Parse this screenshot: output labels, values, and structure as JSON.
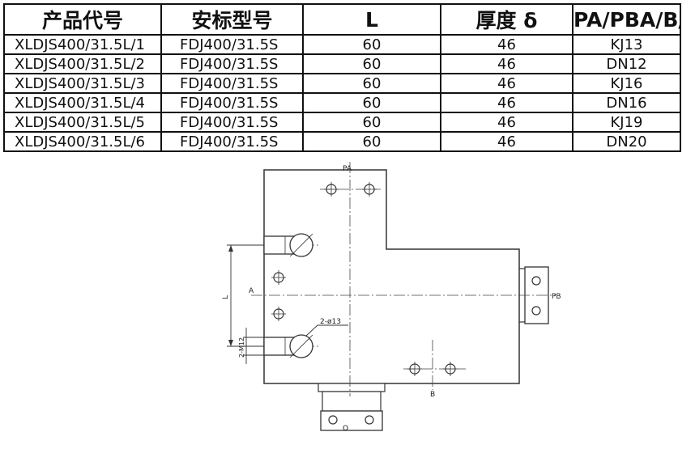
{
  "table": {
    "headers": [
      "产品代号",
      "安标型号",
      "L",
      "厚度 δ",
      "PA/PBA/B/O"
    ],
    "rows": [
      [
        "XLDJS400/31.5L/1",
        "FDJ400/31.5S",
        "60",
        "46",
        "KJ13"
      ],
      [
        "XLDJS400/31.5L/2",
        "FDJ400/31.5S",
        "60",
        "46",
        "DN12"
      ],
      [
        "XLDJS400/31.5L/3",
        "FDJ400/31.5S",
        "60",
        "46",
        "KJ16"
      ],
      [
        "XLDJS400/31.5L/4",
        "FDJ400/31.5S",
        "60",
        "46",
        "DN16"
      ],
      [
        "XLDJS400/31.5L/5",
        "FDJ400/31.5S",
        "60",
        "46",
        "KJ19"
      ],
      [
        "XLDJS400/31.5L/6",
        "FDJ400/31.5S",
        "60",
        "46",
        "DN20"
      ]
    ]
  },
  "drawing": {
    "labels": {
      "pa": "PA",
      "pb": "PB",
      "a": "A",
      "b": "B",
      "o": "O",
      "l_dim": "L",
      "m12": "2-M12",
      "hole_dim": "2-ø13"
    }
  }
}
